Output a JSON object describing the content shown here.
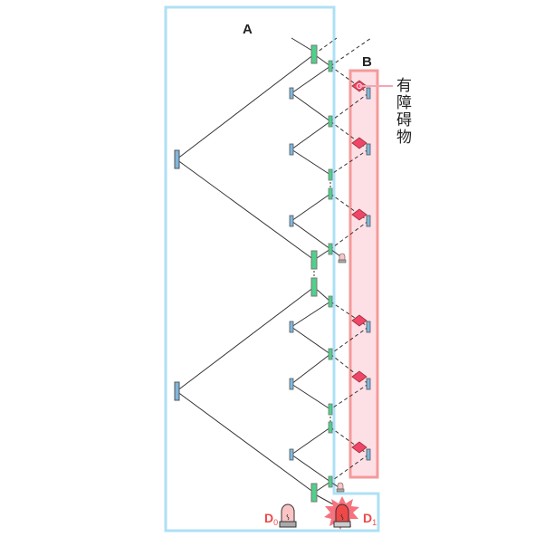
{
  "labels": {
    "region_a": "A",
    "region_b": "B",
    "obstacle_chars": [
      "有",
      "障",
      "碍",
      "物"
    ],
    "d0_main": "D",
    "d0_sub": "0",
    "d1_main": "D",
    "d1_sub": "1"
  },
  "colors": {
    "region_a_border": "#aee0f5",
    "region_b_border": "#f59a9a",
    "region_b_fill": "#fde0e6",
    "beam_splitter": "#4fd18b",
    "mirror": "#7fb7dd",
    "obstacle": "#f0456a",
    "label_red": "#f04848"
  }
}
